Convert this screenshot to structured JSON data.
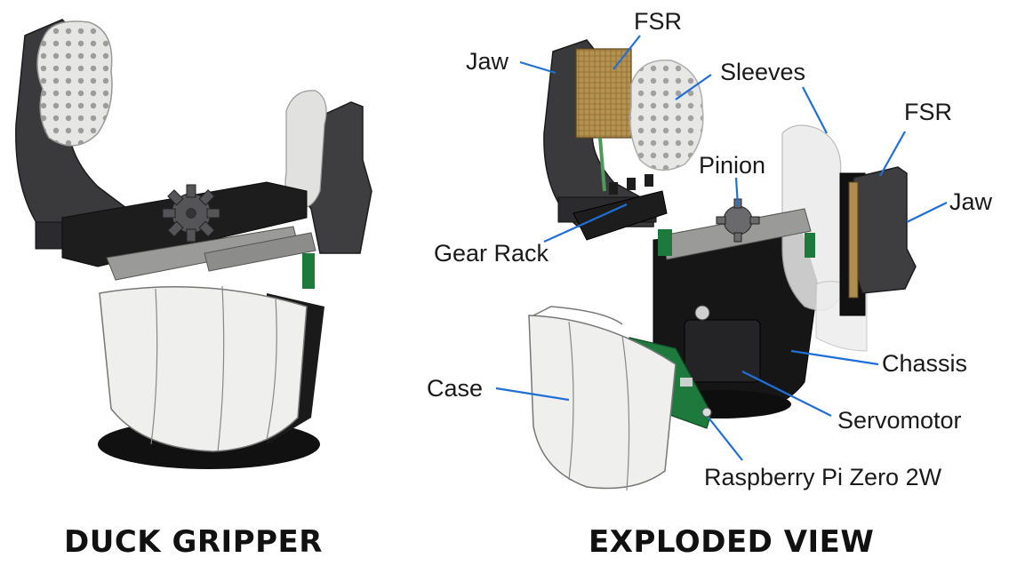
{
  "titles": {
    "left": "DUCK GRIPPER",
    "right": "EXPLODED VIEW"
  },
  "labels": {
    "jaw_left": "Jaw",
    "fsr_top": "FSR",
    "sleeves": "Sleeves",
    "fsr_right": "FSR",
    "pinion": "Pinion",
    "jaw_right": "Jaw",
    "gear_rack": "Gear Rack",
    "chassis": "Chassis",
    "case": "Case",
    "servomotor": "Servomotor",
    "raspberry_pi": "Raspberry Pi Zero 2W"
  },
  "colors": {
    "leader": "#1f6fd6",
    "dark_part": "#3a3a3c",
    "black_part": "#151515",
    "sleeve": "#e4e4e2",
    "case": "#efefed",
    "rail": "#9a9a98",
    "pcb": "#1e7a3c",
    "fsr_sensor": "#b08d4e"
  }
}
